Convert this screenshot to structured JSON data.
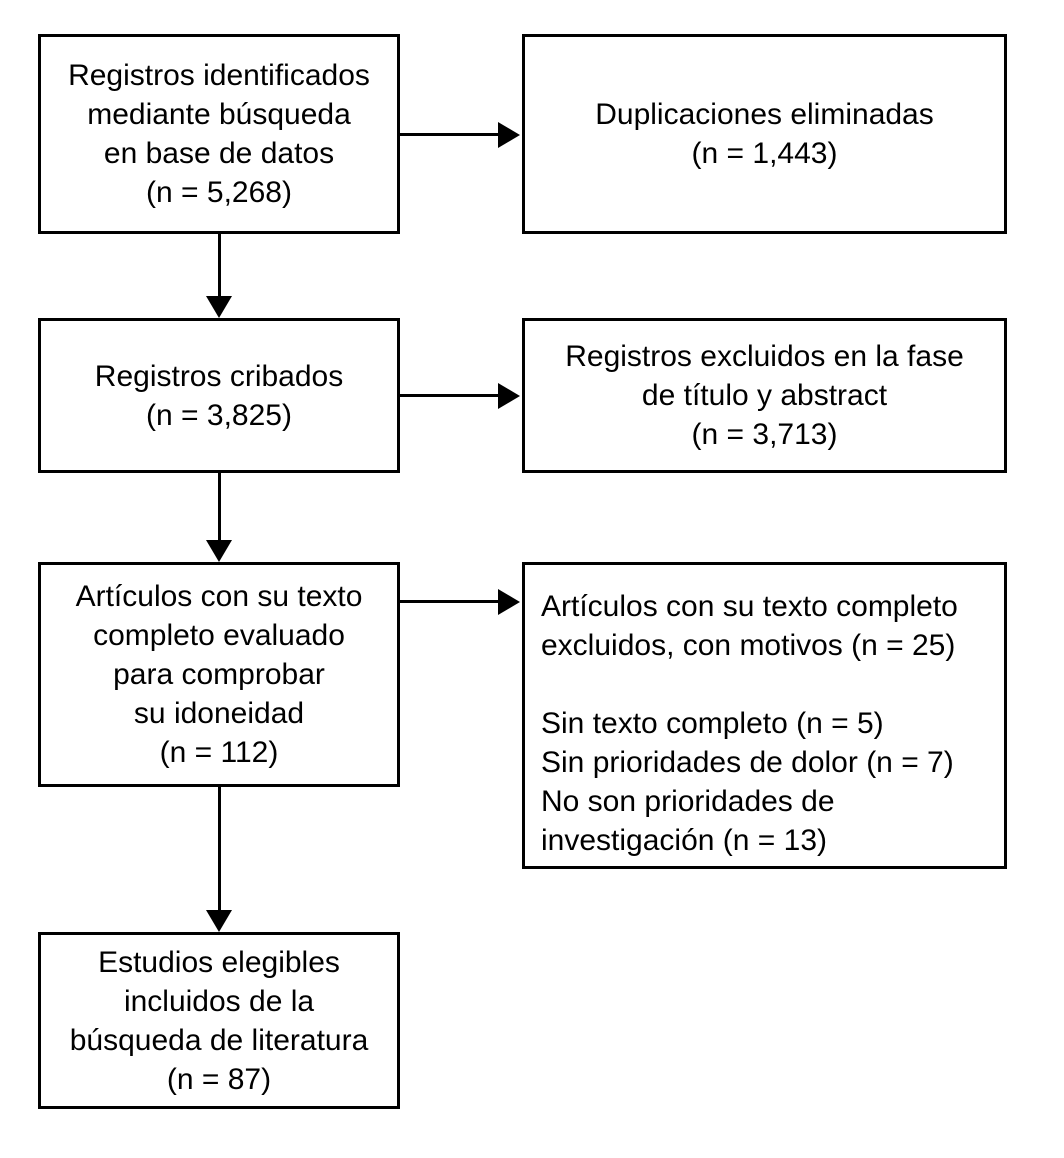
{
  "diagram": {
    "type": "prisma-flow-diagram",
    "language": "es",
    "background_color": "#ffffff",
    "line_color": "#000000",
    "text_color": "#000000",
    "boxes": [
      {
        "id": "records-identified",
        "align": "center",
        "text": "Registros identificados\nmediante búsqueda\nen base de datos\n(n = 5,268)",
        "count": 5268
      },
      {
        "id": "duplicates-removed",
        "align": "center",
        "text": "Duplicaciones eliminadas\n(n = 1,443)",
        "count": 1443
      },
      {
        "id": "records-screened",
        "align": "center",
        "text": "Registros cribados\n(n = 3,825)",
        "count": 3825
      },
      {
        "id": "records-excluded",
        "align": "center",
        "text": "Registros excluidos en la fase\nde título y abstract\n(n = 3,713)",
        "count": 3713
      },
      {
        "id": "fulltext-assessed",
        "align": "center",
        "text": "Artículos con su texto\ncompleto evaluado\npara comprobar\nsu idoneidad\n(n = 112)",
        "count": 112
      },
      {
        "id": "fulltext-excluded",
        "align": "left",
        "text": "Artículos con su texto completo\nexcluidos, con motivos (n = 25)\n\nSin texto completo (n = 5)\nSin prioridades de dolor (n = 7)\nNo son prioridades de\ninvestigación (n = 13)",
        "count": 25,
        "reasons": [
          {
            "label": "Sin texto completo",
            "count": 5
          },
          {
            "label": "Sin prioridades de dolor",
            "count": 7
          },
          {
            "label": "No son prioridades de investigación",
            "count": 13
          }
        ]
      },
      {
        "id": "studies-included",
        "align": "center",
        "text": "Estudios elegibles\nincluidos de la\nbúsqueda de literatura\n(n = 87)",
        "count": 87
      }
    ],
    "connectors": [
      {
        "id": "h-1",
        "from": "records-identified",
        "to": "duplicates-removed",
        "direction": "right"
      },
      {
        "id": "h-2",
        "from": "records-screened",
        "to": "records-excluded",
        "direction": "right"
      },
      {
        "id": "h-3",
        "from": "fulltext-assessed",
        "to": "fulltext-excluded",
        "direction": "right"
      },
      {
        "id": "v-1",
        "from": "records-identified",
        "to": "records-screened",
        "direction": "down"
      },
      {
        "id": "v-2",
        "from": "records-screened",
        "to": "fulltext-assessed",
        "direction": "down"
      },
      {
        "id": "v-3",
        "from": "fulltext-assessed",
        "to": "studies-included",
        "direction": "down"
      }
    ]
  }
}
